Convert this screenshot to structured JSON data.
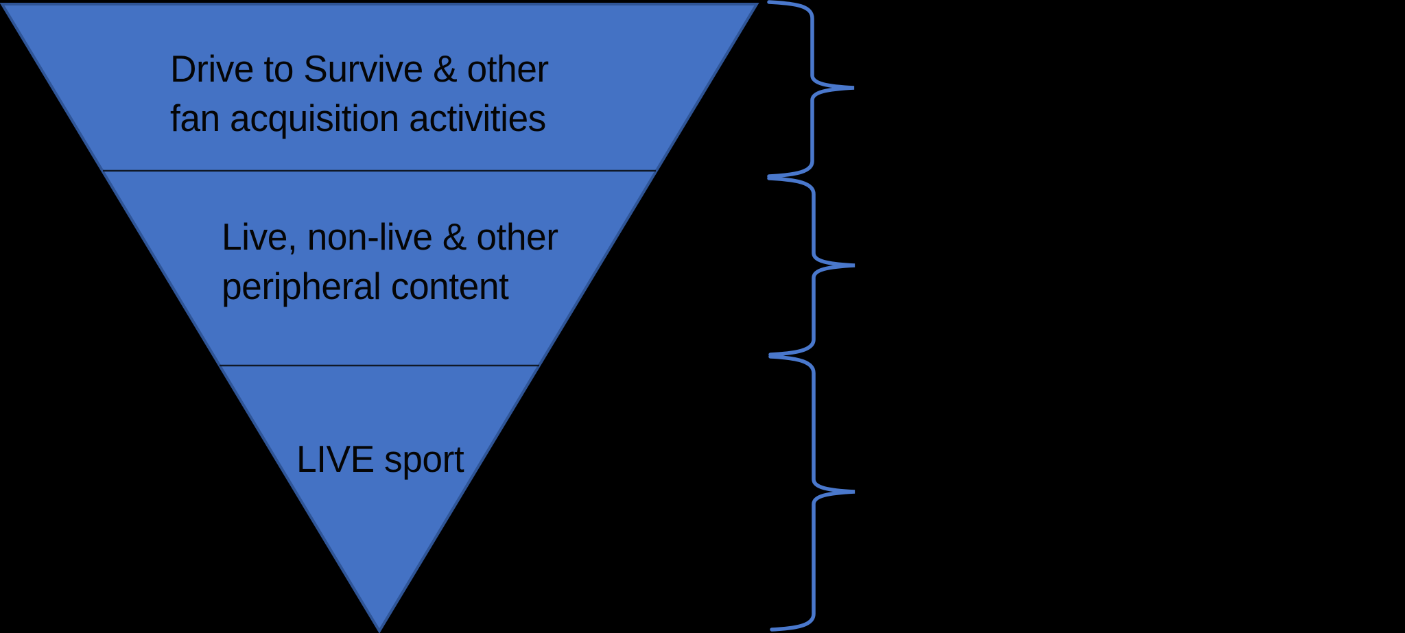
{
  "diagram": {
    "type": "inverted-funnel",
    "background_color": "#000000",
    "funnel": {
      "fill_color": "#4472c4",
      "edge_color": "#2f5597",
      "divider_color": "#101826",
      "levels": [
        {
          "id": "fan-acquisition-activities",
          "lines": [
            "Drive to Survive & other",
            "fan acquisition activities"
          ]
        },
        {
          "id": "peripheral-content",
          "lines": [
            "Live, non-live & other",
            "peripheral content"
          ]
        },
        {
          "id": "live-sport",
          "lines": [
            "LIVE sport"
          ]
        }
      ]
    },
    "braces": {
      "count": 3,
      "color": "#4a78cc",
      "icon": "right-curly-brace"
    },
    "text_color": "#000000"
  }
}
